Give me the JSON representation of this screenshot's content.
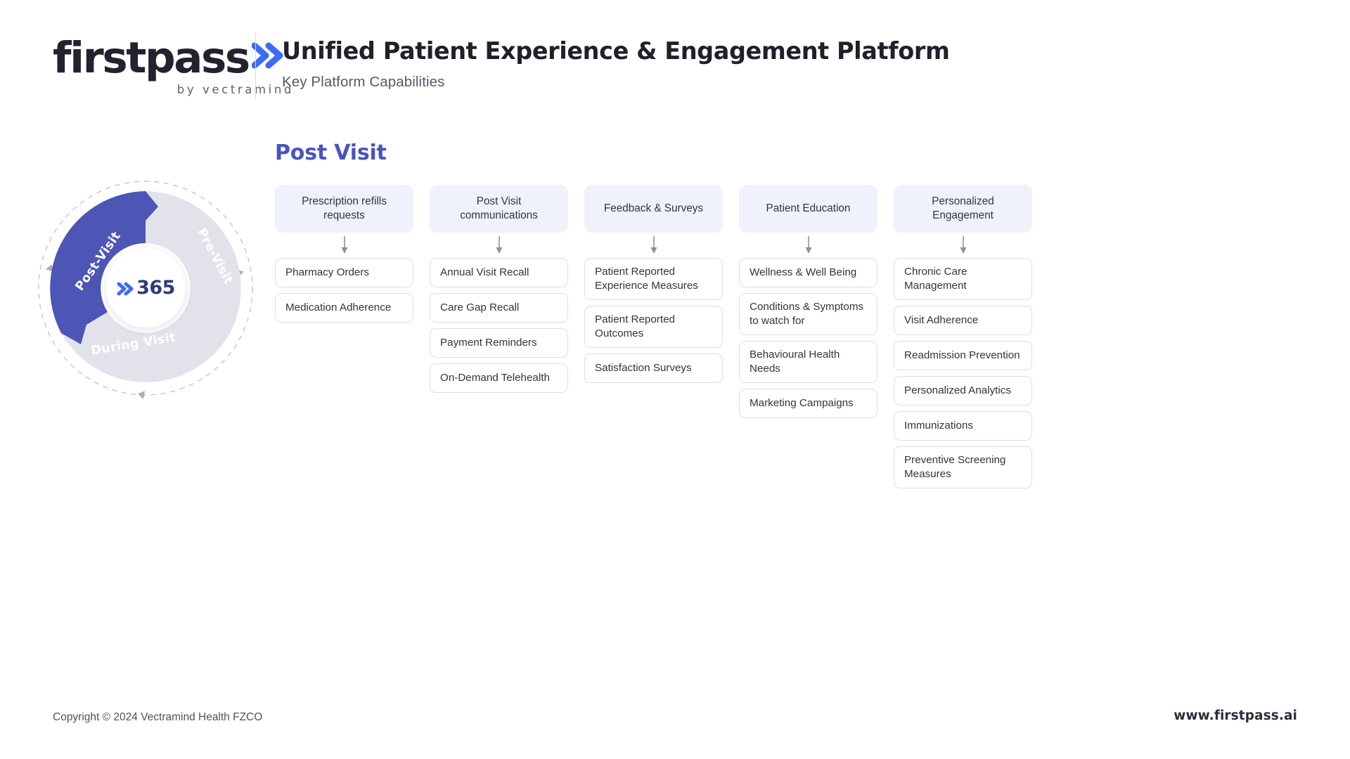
{
  "brand": {
    "logo_text": "firstpass",
    "logo_chevron_icon": "double-chevron-right-icon",
    "logo_sub": "by vectramind",
    "accent_purple": "#4b53bd",
    "accent_blue": "#3b6cf6",
    "chip_bg": "#eff1fd"
  },
  "header": {
    "title": "Unified Patient Experience & Engagement Platform",
    "subtitle": "Key Platform Capabilities"
  },
  "section": {
    "title": "Post Visit"
  },
  "wheel": {
    "center_chevron_icon": "double-chevron-right-icon",
    "center_number": "365",
    "segments": [
      {
        "label": "Post-Visit",
        "active": true,
        "color": "#4d55b5"
      },
      {
        "label": "Pre-Visit",
        "active": false,
        "color": "#e2e3ea"
      },
      {
        "label": "During Visit",
        "active": false,
        "color": "#e2e3ea"
      }
    ],
    "orbit_arrow_icon": "circular-arrow-icon"
  },
  "columns": [
    {
      "head": "Prescription refills requests",
      "arrow_icon": "arrow-down-icon",
      "items": [
        "Pharmacy Orders",
        "Medication Adherence"
      ]
    },
    {
      "head": "Post Visit communications",
      "arrow_icon": "arrow-down-icon",
      "items": [
        "Annual Visit Recall",
        "Care Gap Recall",
        "Payment Reminders",
        "On-Demand Telehealth"
      ]
    },
    {
      "head": "Feedback & Surveys",
      "arrow_icon": "arrow-down-icon",
      "items": [
        "Patient Reported Experience Measures",
        "Patient Reported Outcomes",
        "Satisfaction Surveys"
      ]
    },
    {
      "head": "Patient Education",
      "arrow_icon": "arrow-down-icon",
      "items": [
        "Wellness & Well Being",
        "Conditions & Symptoms to watch for",
        "Behavioural Health Needs",
        "Marketing Campaigns"
      ]
    },
    {
      "head": "Personalized Engagement",
      "arrow_icon": "arrow-down-icon",
      "items": [
        "Chronic Care Management",
        "Visit Adherence",
        "Readmission Prevention",
        "Personalized Analytics",
        "Immunizations",
        "Preventive Screening Measures"
      ]
    }
  ],
  "footer": {
    "copyright": "Copyright © 2024 Vectramind Health FZCO",
    "website": "www.firstpass.ai"
  }
}
